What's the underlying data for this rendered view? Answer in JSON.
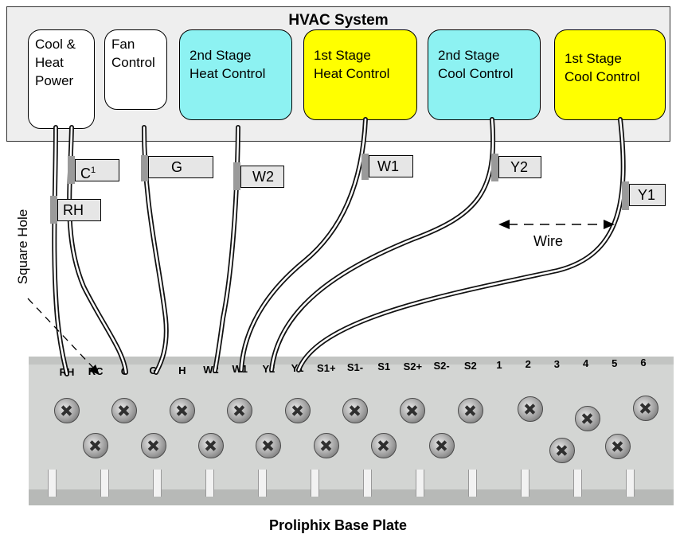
{
  "title": "HVAC System",
  "controls": [
    {
      "line1": "Cool &",
      "line2": "Heat",
      "line3": "Power",
      "color": "#ffffff"
    },
    {
      "line1": "Fan",
      "line2": "Control",
      "line3": "",
      "color": "#ffffff"
    },
    {
      "line1": "2nd Stage",
      "line2": "Heat Control",
      "line3": "",
      "color": "#8df2f2"
    },
    {
      "line1": "1st Stage",
      "line2": "Heat Control",
      "line3": "",
      "color": "#ffff00"
    },
    {
      "line1": "2nd Stage",
      "line2": "Cool Control",
      "line3": "",
      "color": "#8df2f2"
    },
    {
      "line1": "1st Stage",
      "line2": "Cool Control",
      "line3": "",
      "color": "#ffff00"
    }
  ],
  "wire_labels": {
    "c": "C",
    "c_sup": "1",
    "rh": "RH",
    "g": "G",
    "w2": "W2",
    "w1": "W1",
    "y2": "Y2",
    "y1": "Y1"
  },
  "square_hole": "Square Hole",
  "wire": "Wire",
  "terminals": [
    "RH",
    "RC",
    "C",
    "G",
    "H",
    "W2",
    "W1",
    "Y2",
    "Y1",
    "S1+",
    "S1-",
    "S1",
    "S2+",
    "S2-",
    "S2",
    "1",
    "2",
    "3",
    "4",
    "5",
    "6"
  ],
  "caption": "Proliphix Base Plate"
}
